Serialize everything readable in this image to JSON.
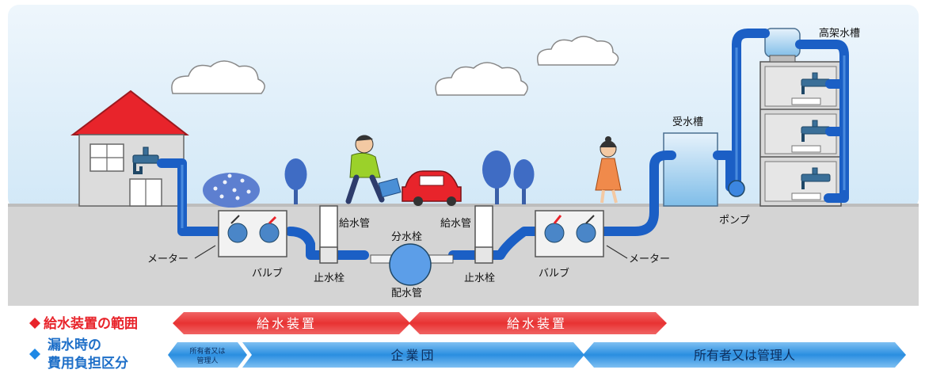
{
  "labels": {
    "elevated_tank": "高架水槽",
    "receiving_tank": "受水槽",
    "pump": "ポンプ",
    "supply_pipe_left": "給水管",
    "supply_pipe_right": "給水管",
    "branch_tap": "分水栓",
    "distribution_pipe": "配水管",
    "meter_left": "メーター",
    "meter_right": "メーター",
    "valve_left": "バルブ",
    "valve_right": "バルブ",
    "stop_valve_left": "止水栓",
    "stop_valve_right": "止水栓"
  },
  "legend": {
    "row1_title": "給水装置の範囲",
    "row1_bar_left": "給水装置",
    "row1_bar_right": "給水装置",
    "row2_title_line1": "漏水時の",
    "row2_title_line2": "費用負担区分",
    "row2_seg1_line1": "所有者又は",
    "row2_seg1_line2": "管理人",
    "row2_seg2": "企業団",
    "row2_seg3": "所有者又は管理人"
  },
  "colors": {
    "sky": "#dcedf8",
    "ground": "#d6d6d6",
    "pipe": "#1b5fc5",
    "pipe_light": "#3c86e0",
    "legend_red": "#e83b3b",
    "legend_blue": "#2a8ee0",
    "roof": "#e8242b",
    "marker_red": "#e8242b",
    "marker_blue": "#1e88e5"
  }
}
